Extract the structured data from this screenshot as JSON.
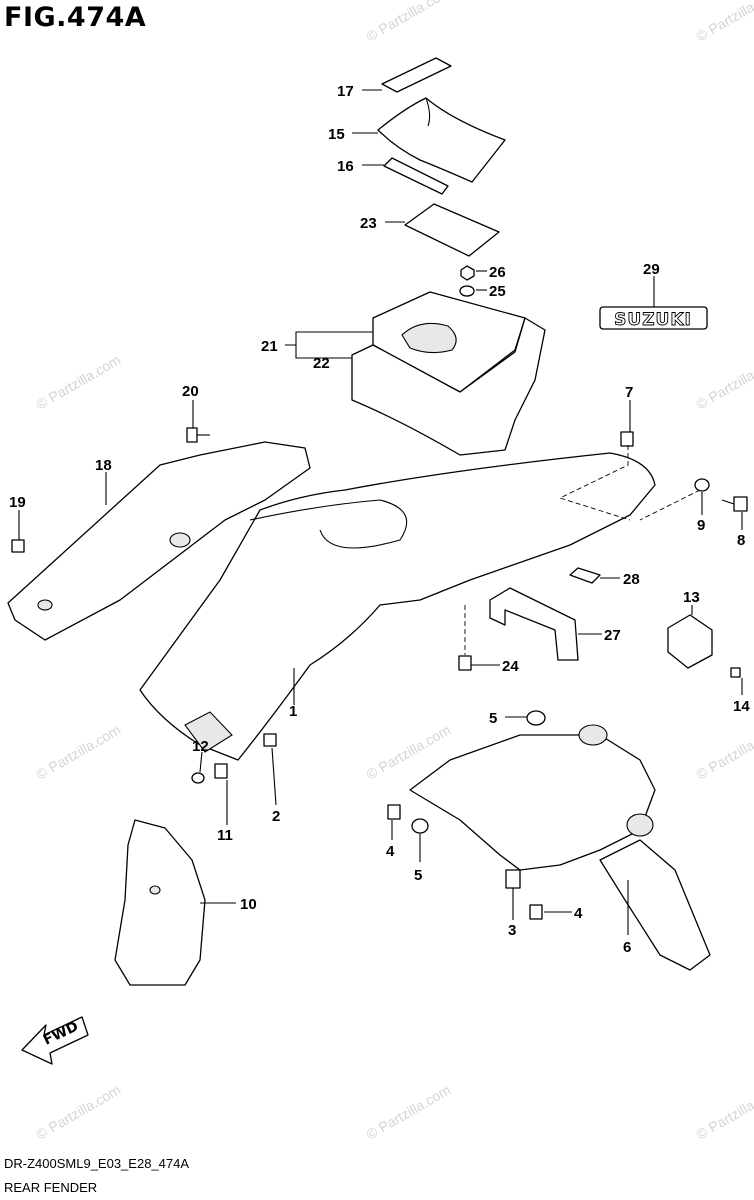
{
  "figure": {
    "title": "FIG.474A",
    "model_code": "DR-Z400SML9_E03_E28_474A",
    "name": "REAR FENDER"
  },
  "watermark": "© Partzilla.com",
  "emblem_text": "SUZUKI",
  "fwd_label": "FWD",
  "callouts": [
    "17",
    "15",
    "16",
    "23",
    "26",
    "25",
    "29",
    "21",
    "22",
    "20",
    "18",
    "19",
    "7",
    "9",
    "8",
    "28",
    "27",
    "13",
    "24",
    "14",
    "1",
    "5",
    "12",
    "11",
    "2",
    "4",
    "5",
    "10",
    "3",
    "4",
    "6"
  ]
}
